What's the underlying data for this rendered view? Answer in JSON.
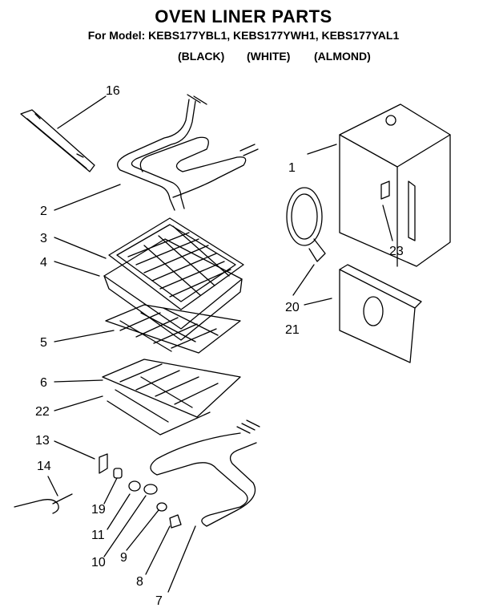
{
  "header": {
    "title": "OVEN LINER PARTS",
    "models": "For Model: KEBS177YBL1,  KEBS177YWH1, KEBS177YAL1",
    "colors": [
      "(BLACK)",
      "(WHITE)",
      "(ALMOND)"
    ]
  },
  "callouts": [
    "16",
    "1",
    "2",
    "3",
    "4",
    "20",
    "23",
    "21",
    "5",
    "6",
    "22",
    "13",
    "14",
    "19",
    "11",
    "10",
    "9",
    "8",
    "7"
  ]
}
